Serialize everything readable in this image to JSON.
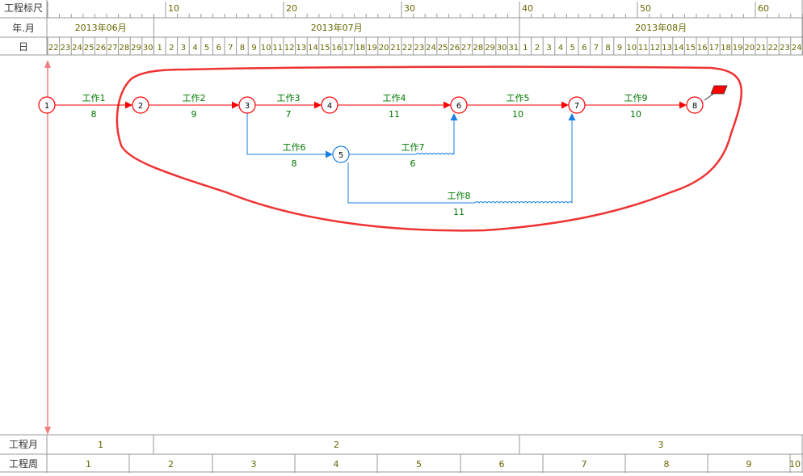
{
  "header": {
    "scale_label": "工程标尺",
    "ym_label": "年.月",
    "day_label": "日",
    "scale_ticks": [
      "10",
      "20",
      "30",
      "40",
      "50",
      "60"
    ],
    "months": [
      "2013年06月",
      "2013年07月",
      "2013年08月"
    ],
    "days": [
      "22",
      "23",
      "24",
      "25",
      "26",
      "27",
      "28",
      "29",
      "30",
      "1",
      "2",
      "3",
      "4",
      "5",
      "6",
      "7",
      "8",
      "9",
      "10",
      "11",
      "12",
      "13",
      "14",
      "15",
      "16",
      "17",
      "18",
      "19",
      "20",
      "21",
      "22",
      "23",
      "24",
      "25",
      "26",
      "27",
      "28",
      "29",
      "30",
      "31",
      "1",
      "2",
      "3",
      "4",
      "5",
      "6",
      "7",
      "8",
      "9",
      "10",
      "11",
      "12",
      "13",
      "14",
      "15",
      "16",
      "17",
      "18",
      "19",
      "20",
      "21",
      "22",
      "23",
      "24"
    ]
  },
  "footer": {
    "project_month_label": "工程月",
    "project_week_label": "工程周",
    "project_months": [
      "1",
      "2",
      "3"
    ],
    "project_weeks": [
      "1",
      "2",
      "3",
      "4",
      "5",
      "6",
      "7",
      "8",
      "9",
      "10"
    ]
  },
  "network": {
    "nodes": [
      {
        "id": "1",
        "critical": true
      },
      {
        "id": "2",
        "critical": true
      },
      {
        "id": "3",
        "critical": true
      },
      {
        "id": "4",
        "critical": true
      },
      {
        "id": "5",
        "critical": false
      },
      {
        "id": "6",
        "critical": true
      },
      {
        "id": "7",
        "critical": true
      },
      {
        "id": "8",
        "critical": true
      }
    ],
    "tasks": [
      {
        "name": "工作1",
        "duration": "8",
        "from": "1",
        "to": "2",
        "critical": true
      },
      {
        "name": "工作2",
        "duration": "9",
        "from": "2",
        "to": "3",
        "critical": true
      },
      {
        "name": "工作3",
        "duration": "7",
        "from": "3",
        "to": "4",
        "critical": true
      },
      {
        "name": "工作4",
        "duration": "11",
        "from": "4",
        "to": "6",
        "critical": true
      },
      {
        "name": "工作5",
        "duration": "10",
        "from": "6",
        "to": "7",
        "critical": true
      },
      {
        "name": "工作6",
        "duration": "8",
        "from": "3",
        "to": "5",
        "critical": false
      },
      {
        "name": "工作7",
        "duration": "6",
        "from": "5",
        "to": "6",
        "critical": false
      },
      {
        "name": "工作8",
        "duration": "11",
        "from": "5",
        "to": "7",
        "critical": false
      },
      {
        "name": "工作9",
        "duration": "10",
        "from": "7",
        "to": "8",
        "critical": true
      }
    ]
  },
  "colors": {
    "header_text": "#666600",
    "grid": "#999999",
    "critical": "#ff0000",
    "normal": "#1a7fe0",
    "task_label": "#007700",
    "axis": "#f08080",
    "annotation": "#ee3333",
    "flag": "#ff0000"
  }
}
